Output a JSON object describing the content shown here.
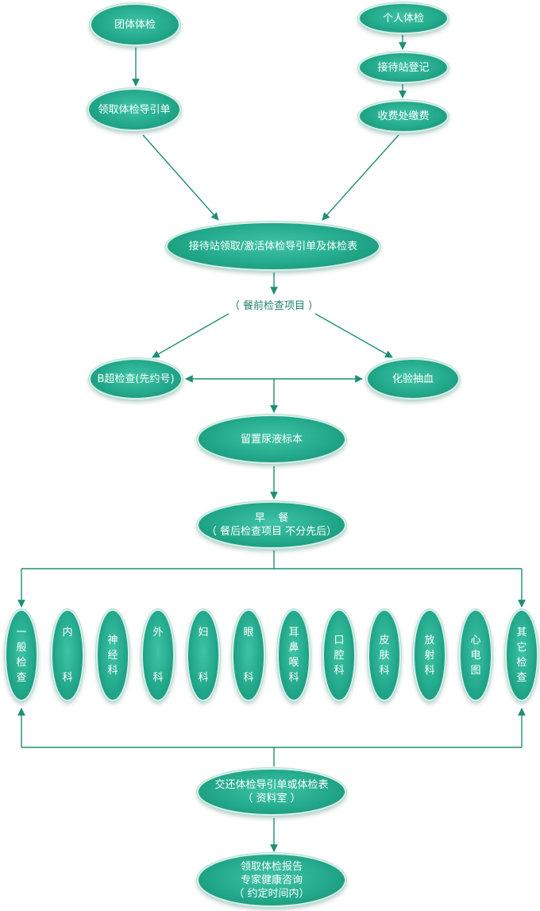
{
  "nodes": {
    "group_checkup": "团体体检",
    "get_group_guide": "领取体检导引单",
    "personal_checkup": "个人体检",
    "reception_register": "接待站登记",
    "cashier": "收费处缴费",
    "reception_activate": "接待站领取/激活体检导引单及体检表",
    "pre_meal_label": "（ 餐前检查项目 ）",
    "ultrasound": "B超检查(先约号)",
    "blood_test": "化验抽血",
    "urine_sample": "留置尿液标本",
    "breakfast_line1": "早    餐",
    "breakfast_line2": "（ 餐后检查项目 不分先后）",
    "return_line1": "交还体检导引单或体检表",
    "return_line2": "（ 资料室 ）",
    "report_line1": "领取体检报告",
    "report_line2": "专家健康咨询",
    "report_line3": "（ 约定时间内）"
  },
  "departments": [
    {
      "name": "general-exam",
      "chars": [
        "一",
        "般",
        "检",
        "查"
      ]
    },
    {
      "name": "internal-medicine",
      "chars": [
        "内",
        "",
        "科"
      ]
    },
    {
      "name": "neurology",
      "chars": [
        "神",
        "经",
        "科"
      ]
    },
    {
      "name": "surgery",
      "chars": [
        "外",
        "",
        "科"
      ]
    },
    {
      "name": "gynecology",
      "chars": [
        "妇",
        "",
        "科"
      ]
    },
    {
      "name": "ophthalmology",
      "chars": [
        "眼",
        "",
        "科"
      ]
    },
    {
      "name": "ent",
      "chars": [
        "耳",
        "鼻",
        "喉",
        "科"
      ]
    },
    {
      "name": "dental",
      "chars": [
        "口",
        "腔",
        "科"
      ]
    },
    {
      "name": "dermatology",
      "chars": [
        "皮",
        "肤",
        "科"
      ]
    },
    {
      "name": "radiology",
      "chars": [
        "放",
        "射",
        "科"
      ]
    },
    {
      "name": "ecg",
      "chars": [
        "心",
        "电",
        "图"
      ]
    },
    {
      "name": "other-exams",
      "chars": [
        "其",
        "它",
        "检",
        "查"
      ]
    }
  ],
  "colors": {
    "node": "#23a98b",
    "line": "#1f8f74",
    "text_on_node": "#ffffff"
  }
}
